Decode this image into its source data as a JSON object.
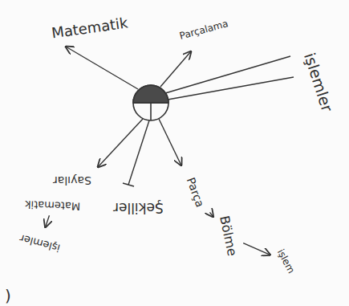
{
  "diagram": {
    "nodes": [
      {
        "text": [
          "Matematik"
        ]
      },
      {
        "text": [
          "Parçalama"
        ]
      },
      {
        "text": [
          "işlemler"
        ]
      },
      {
        "text": [
          "Sayılar"
        ]
      },
      {
        "text": [
          "Şekiller"
        ]
      },
      {
        "text": [
          "Parça"
        ]
      },
      {
        "text": [
          "Matematik"
        ]
      },
      {
        "text": [
          "işlemler"
        ]
      },
      {
        "text": [
          "Bölme"
        ]
      },
      {
        "text": [
          "işlem"
        ]
      }
    ],
    "edges": [
      {
        "from": 6,
        "to": 7,
        "arrow": "to"
      },
      {
        "from": 5,
        "to": 8,
        "arrow": "to"
      },
      {
        "from": 8,
        "to": 9,
        "arrow": "to"
      }
    ],
    "labels": [
      ")"
    ]
  }
}
